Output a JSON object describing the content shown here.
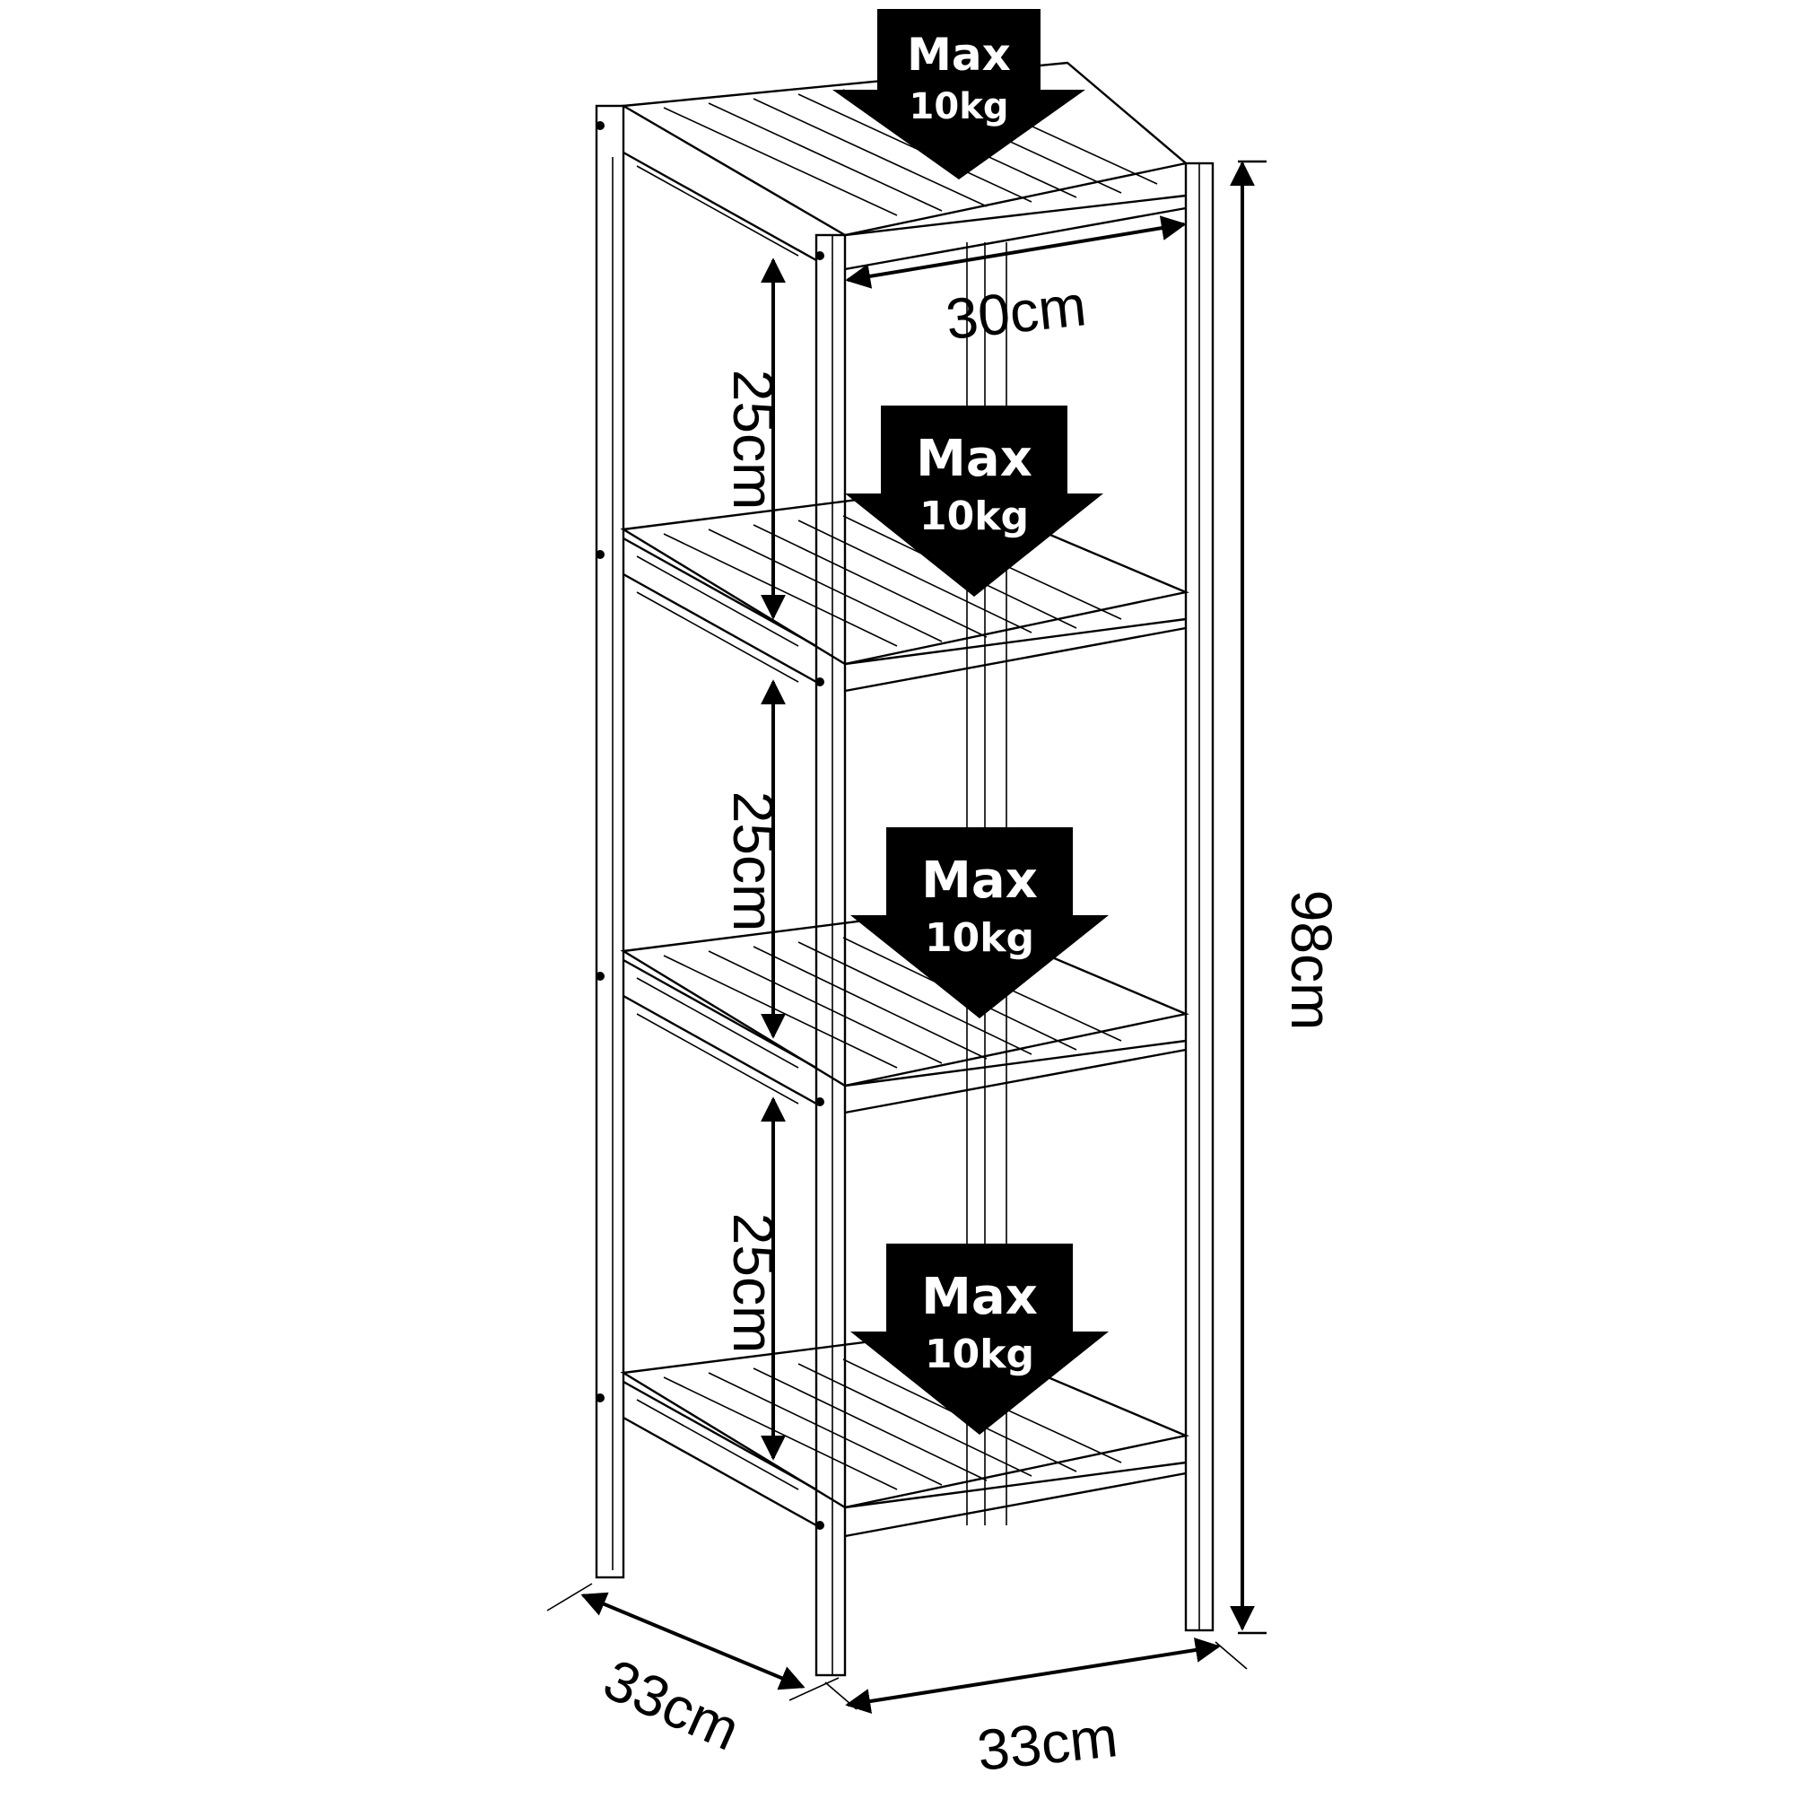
{
  "product": "4-tier bamboo shelf unit",
  "dimensions": {
    "total_height": "98cm",
    "width": "33cm",
    "depth": "33cm",
    "inner_depth": "30cm",
    "tier_gap_1": "25cm",
    "tier_gap_2": "25cm",
    "tier_gap_3": "25cm"
  },
  "load_labels": [
    {
      "line1": "Max",
      "line2": "10kg"
    },
    {
      "line1": "Max",
      "line2": "10kg"
    },
    {
      "line1": "Max",
      "line2": "10kg"
    },
    {
      "line1": "Max",
      "line2": "10kg"
    }
  ],
  "colors": {
    "line": "#000000",
    "background": "#ffffff",
    "arrow_fill": "#000000",
    "arrow_text": "#ffffff"
  }
}
